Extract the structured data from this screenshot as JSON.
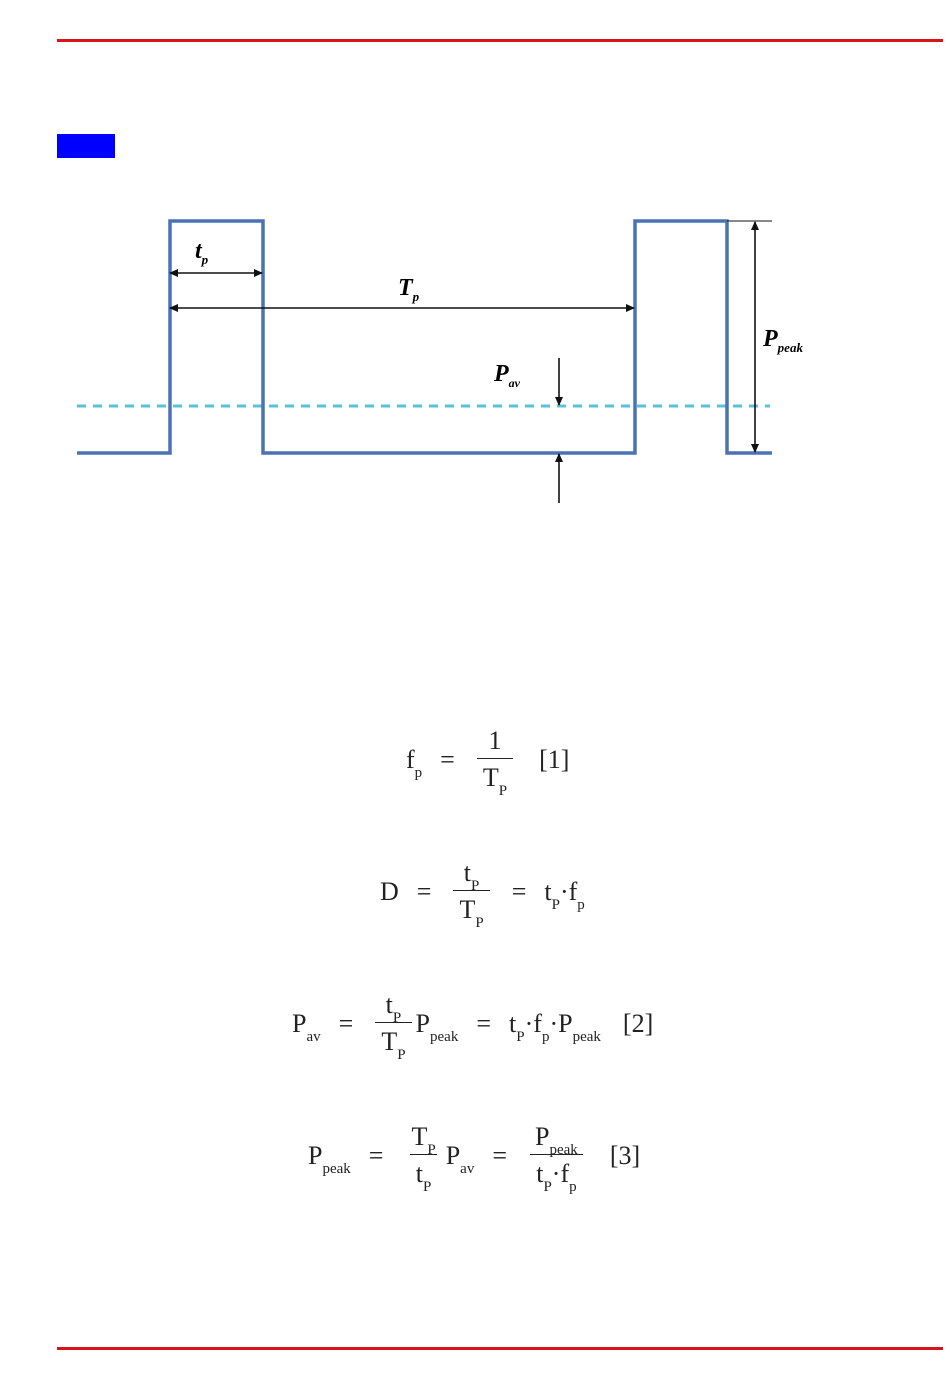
{
  "colors": {
    "rule": "#d7141c",
    "block": "#0000ff",
    "pulse": "#4a72b5",
    "average_line": "#5bc0de",
    "arrows": "#111111"
  },
  "diagram": {
    "labels": {
      "tp_main": "t",
      "tp_sub": "p",
      "Tp_main": "T",
      "Tp_sub": "p",
      "Pav_main": "P",
      "Pav_sub": "av",
      "Ppeak_main": "P",
      "Ppeak_sub": "peak"
    }
  },
  "equations": {
    "eq1": {
      "lhs": "f",
      "lhs_sub": "p",
      "eq": "=",
      "num": "1",
      "den": "T",
      "den_sub": "P",
      "ref": "[1]"
    },
    "eq2": {
      "lhs": "D",
      "eq": "=",
      "num": "t",
      "num_sub": "P",
      "den": "T",
      "den_sub": "P",
      "eq2": "=",
      "r1": "t",
      "r1_sub": "P",
      "dot": "·",
      "r2": "f",
      "r2_sub": "p"
    },
    "eq3": {
      "lhs": "P",
      "lhs_sub": "av",
      "eq": "=",
      "num": "t",
      "num_sub": "P",
      "den": "T",
      "den_sub": "P",
      "after": "P",
      "after_sub": "peak",
      "eq2": "=",
      "r1": "t",
      "r1_sub": "P",
      "dot1": "·",
      "r2": "f",
      "r2_sub": "p",
      "dot2": "·",
      "r3": "P",
      "r3_sub": "peak",
      "ref": "[2]"
    },
    "eq4": {
      "lhs": "P",
      "lhs_sub": "peak",
      "eq": "=",
      "num": "T",
      "num_sub": "P",
      "den": "t",
      "den_sub": "P",
      "after": "P",
      "after_sub": "av",
      "eq2": "=",
      "num2": "P",
      "num2_sub": "peak",
      "den2a": "t",
      "den2a_sub": "P",
      "dot": "·",
      "den2b": "f",
      "den2b_sub": "p",
      "ref": "[3]"
    }
  }
}
